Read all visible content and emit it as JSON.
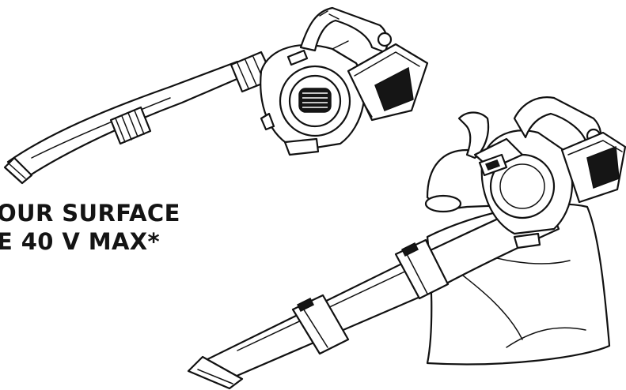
{
  "headline": {
    "line1": "OUR SURFACE",
    "line2": "E 40 V MAX*"
  },
  "figures": [
    {
      "icon": "leaf-blower-illustration"
    },
    {
      "icon": "leaf-vacuum-mulcher-illustration"
    }
  ]
}
